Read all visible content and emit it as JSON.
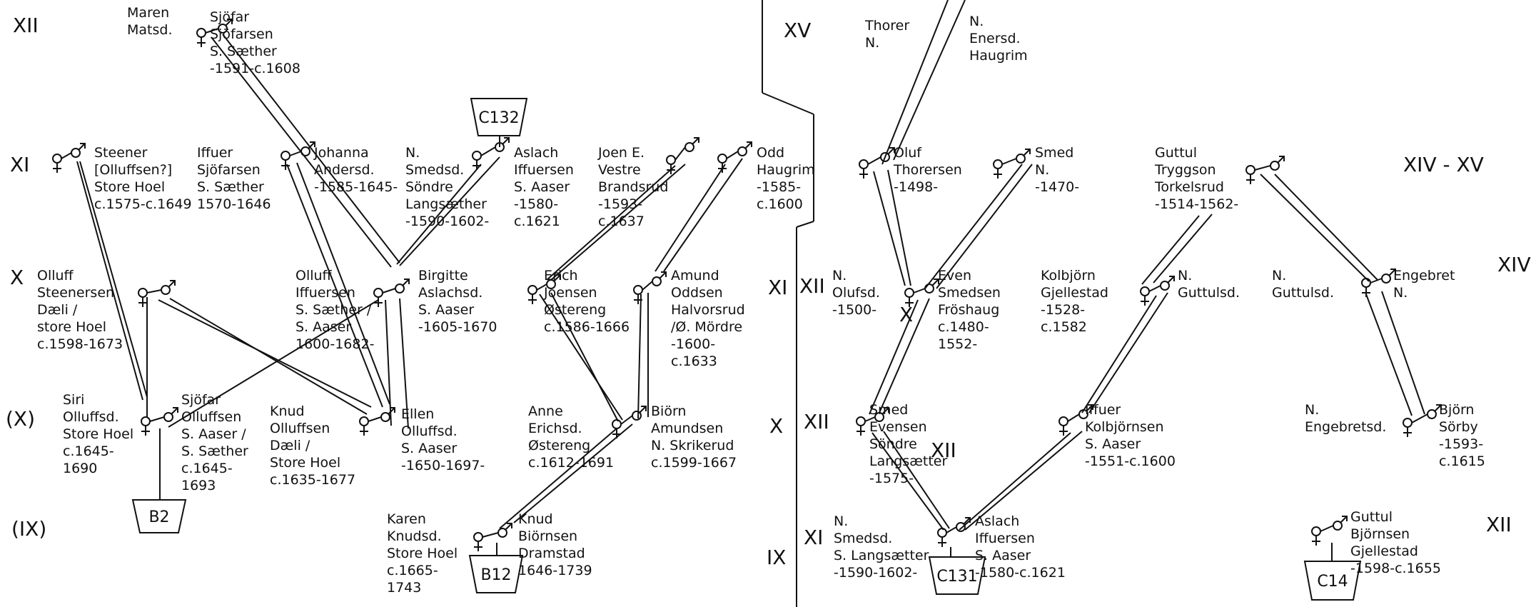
{
  "generation_labels": [
    "XII",
    "XI",
    "X",
    "(X)",
    "(IX)",
    "XV",
    "XIV - XV",
    "XIV",
    "XI",
    "XII",
    "X",
    "IX",
    "XII",
    "XII",
    "XI",
    "X",
    "XII"
  ],
  "ancestor_boxes": [
    "C132",
    "B2",
    "B12",
    "C131",
    "C14"
  ],
  "people": [
    {
      "lines": [
        "Maren",
        "Matsd."
      ]
    },
    {
      "lines": [
        "Sjöfar",
        "Sjöfarsen",
        "S. Sæther",
        "-1591-c.1608"
      ]
    },
    {
      "lines": [
        "Steener",
        "[Olluffsen?]",
        "Store Hoel",
        "c.1575-c.1649"
      ]
    },
    {
      "lines": [
        "Iffuer",
        "Sjöfarsen",
        "S. Sæther",
        "1570-1646"
      ]
    },
    {
      "lines": [
        "Johanna",
        "Andersd.",
        "-1585-1645-"
      ]
    },
    {
      "lines": [
        "N.",
        "Smedsd.",
        "Söndre",
        "Langsæther",
        "-1590-1602-"
      ]
    },
    {
      "lines": [
        "Aslach",
        "Iffuersen",
        "S. Aaser",
        "-1580-",
        "c.1621"
      ]
    },
    {
      "lines": [
        "Joen E.",
        "Vestre",
        "Brandsrud",
        "-1593-",
        "c.1637"
      ]
    },
    {
      "lines": [
        "Odd",
        "Haugrim",
        "-1585-",
        "c.1600"
      ]
    },
    {
      "lines": [
        "Olluff",
        "Steenersen",
        "Dæli /",
        "store Hoel",
        "c.1598-1673"
      ]
    },
    {
      "lines": [
        "Olluff",
        "Iffuersen",
        "S. Sæther /",
        "S. Aaser",
        "1600-1682-"
      ]
    },
    {
      "lines": [
        "Birgitte",
        "Aslachsd.",
        "S. Aaser",
        "-1605-1670"
      ]
    },
    {
      "lines": [
        "Erich",
        "Joensen",
        "Østereng",
        "c.1586-1666"
      ]
    },
    {
      "lines": [
        "Amund",
        "Oddsen",
        "Halvorsrud",
        "/Ø. Mördre",
        "-1600-",
        "c.1633"
      ]
    },
    {
      "lines": [
        "Siri",
        "Olluffsd.",
        "Store Hoel",
        "c.1645-",
        "1690"
      ]
    },
    {
      "lines": [
        "Sjöfar",
        "Olluffsen",
        "S. Aaser /",
        "S. Sæther",
        "c.1645-",
        "1693"
      ]
    },
    {
      "lines": [
        "Knud",
        "Olluffsen",
        "Dæli /",
        "Store Hoel",
        "c.1635-1677"
      ]
    },
    {
      "lines": [
        "Ellen",
        "Olluffsd.",
        "S. Aaser",
        "-1650-1697-"
      ]
    },
    {
      "lines": [
        "Anne",
        "Erichsd.",
        "Østereng",
        "c.1612-1691"
      ]
    },
    {
      "lines": [
        "Biörn",
        "Amundsen",
        "N. Skrikerud",
        "c.1599-1667"
      ]
    },
    {
      "lines": [
        "Karen",
        "Knudsd.",
        "Store Hoel",
        "c.1665-",
        "1743"
      ]
    },
    {
      "lines": [
        "Knud",
        "Biörnsen",
        "Dramstad",
        "1646-1739"
      ]
    },
    {
      "lines": [
        "Thorer",
        "N."
      ]
    },
    {
      "lines": [
        "N.",
        "Enersd.",
        "Haugrim"
      ]
    },
    {
      "lines": [
        "Oluf",
        "Thorersen",
        "-1498-"
      ]
    },
    {
      "lines": [
        "Smed",
        "N.",
        "-1470-"
      ]
    },
    {
      "lines": [
        "Guttul",
        "Tryggson",
        "Torkelsrud",
        "-1514-1562-"
      ]
    },
    {
      "lines": [
        "N.",
        "Olufsd.",
        "-1500-"
      ]
    },
    {
      "lines": [
        "Even",
        "Smedsen",
        "Fröshaug",
        "c.1480-",
        "1552-"
      ]
    },
    {
      "lines": [
        "Kolbjörn",
        "Gjellestad",
        "-1528-",
        "c.1582"
      ]
    },
    {
      "lines": [
        "N.",
        "Guttulsd."
      ]
    },
    {
      "lines": [
        "N.",
        "Guttulsd."
      ]
    },
    {
      "lines": [
        "Engebret",
        "N."
      ]
    },
    {
      "lines": [
        "Smed",
        "Evensen",
        "Söndre",
        "Langsætter",
        "-1575-"
      ]
    },
    {
      "lines": [
        "Iffuer",
        "Kolbjörnsen",
        "S. Aaser",
        "-1551-c.1600"
      ]
    },
    {
      "lines": [
        "N.",
        "Engebretsd."
      ]
    },
    {
      "lines": [
        "Björn",
        "Sörby",
        "-1593-",
        "c.1615"
      ]
    },
    {
      "lines": [
        "N.",
        "Smedsd.",
        "S. Langsætter",
        "-1590-1602-"
      ]
    },
    {
      "lines": [
        "Aslach",
        "Iffuersen",
        "S. Aaser",
        "-1580-c.1621"
      ]
    },
    {
      "lines": [
        "Guttul",
        "Björnsen",
        "Gjellestad",
        "-1598-c.1655"
      ]
    }
  ]
}
